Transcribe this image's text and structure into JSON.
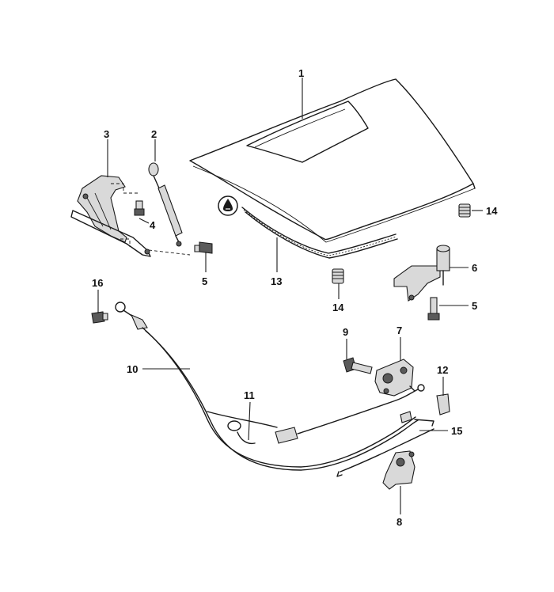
{
  "callouts": {
    "c1": "1",
    "c2": "2",
    "c3": "3",
    "c4": "4",
    "c5a": "5",
    "c5b": "5",
    "c6": "6",
    "c7": "7",
    "c8": "8",
    "c9": "9",
    "c10": "10",
    "c11": "11",
    "c12": "12",
    "c13": "13",
    "c14a": "14",
    "c14b": "14",
    "c15": "15",
    "c16": "16"
  },
  "colors": {
    "line": "#1a1a1a",
    "background": "#ffffff"
  },
  "icons": {
    "warning_symbol": "drop-warning-icon"
  }
}
